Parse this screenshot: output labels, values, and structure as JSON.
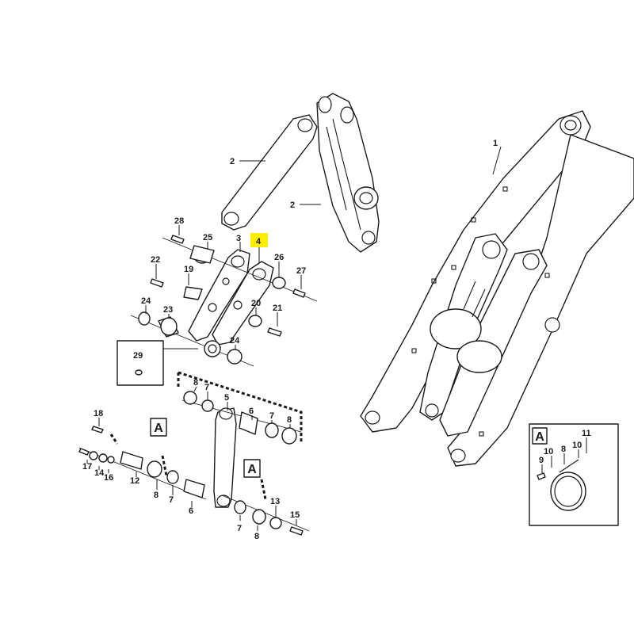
{
  "callouts": {
    "c1": "1",
    "c2a": "2",
    "c2b": "2",
    "c3": "3",
    "c4": "4",
    "c5": "5",
    "c6a": "6",
    "c6b": "6",
    "c7a": "7",
    "c7b": "7",
    "c7c": "7",
    "c7d": "7",
    "c8a": "8",
    "c8b": "8",
    "c8c": "8",
    "c8d": "8",
    "c8e": "8",
    "c9": "9",
    "c10a": "10",
    "c10b": "10",
    "c11": "11",
    "c12": "12",
    "c13": "13",
    "c14": "14",
    "c15": "15",
    "c16": "16",
    "c17": "17",
    "c18": "18",
    "c19": "19",
    "c20": "20",
    "c21": "21",
    "c22": "22",
    "c23": "23",
    "c24a": "24",
    "c24b": "24",
    "c25": "25",
    "c26": "26",
    "c27": "27",
    "c28": "28",
    "c29": "29"
  },
  "detail_marks": {
    "a1": "A",
    "a2": "A",
    "a3": "A"
  },
  "highlight_color": "#ffee00"
}
